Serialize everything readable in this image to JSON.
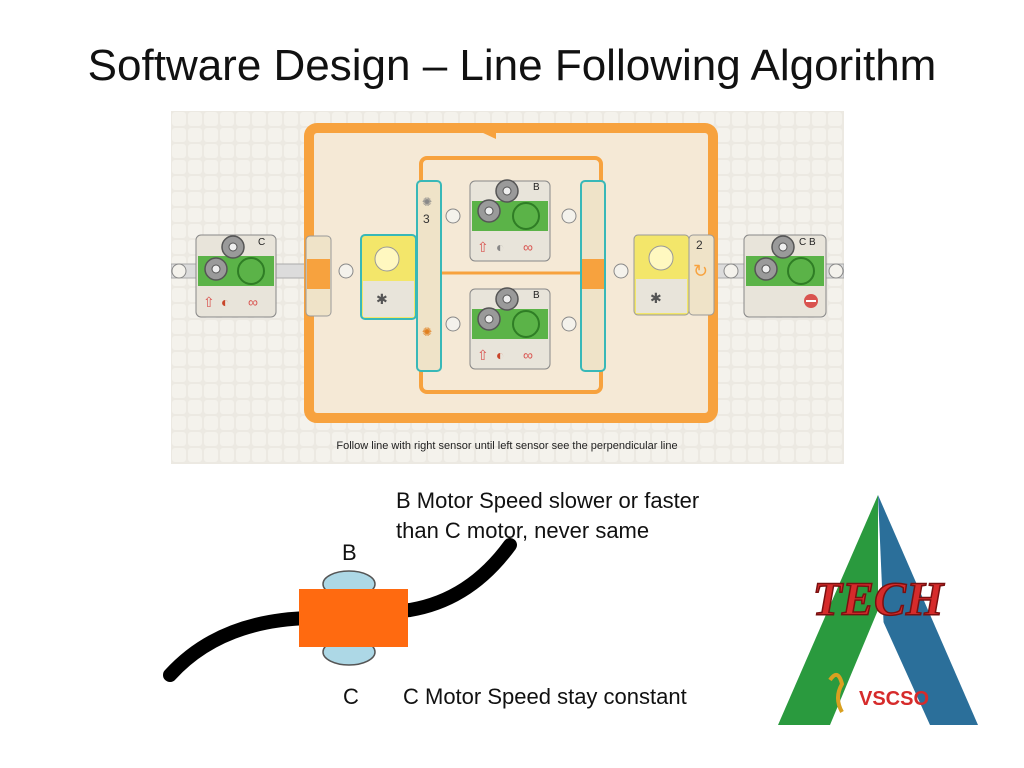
{
  "slide": {
    "title": "Software Design – Line Following Algorithm"
  },
  "program": {
    "comment": "Follow line with right sensor until left sensor see the perpendicular line",
    "blocks": {
      "motor_c": {
        "port": "C"
      },
      "switch": {
        "sensor_port": "3"
      },
      "motor_b_upper": {
        "port": "B"
      },
      "motor_b_lower": {
        "port": "B"
      },
      "loop_sensor": {
        "port": "2"
      },
      "stop_motors": {
        "ports": "C B"
      }
    }
  },
  "annotations": {
    "b_note_line1": "B Motor Speed slower or faster",
    "b_note_line2": "than C motor, never same",
    "b_label": "B",
    "c_label": "C",
    "c_note": "C Motor Speed stay constant"
  },
  "logo": {
    "text": "TECH",
    "subtext": "VSCSO"
  },
  "colors": {
    "loop_orange": "#f7a23e",
    "switch_tan": "#efe3c8",
    "motor_green": "#5bb348",
    "sensor_yellow": "#f3e66a",
    "robot_body": "#ff6a10",
    "robot_wheel": "#add8e6",
    "logo_green": "#2a9a3e",
    "logo_blue": "#2b6f9a",
    "logo_red": "#d62b2b"
  }
}
